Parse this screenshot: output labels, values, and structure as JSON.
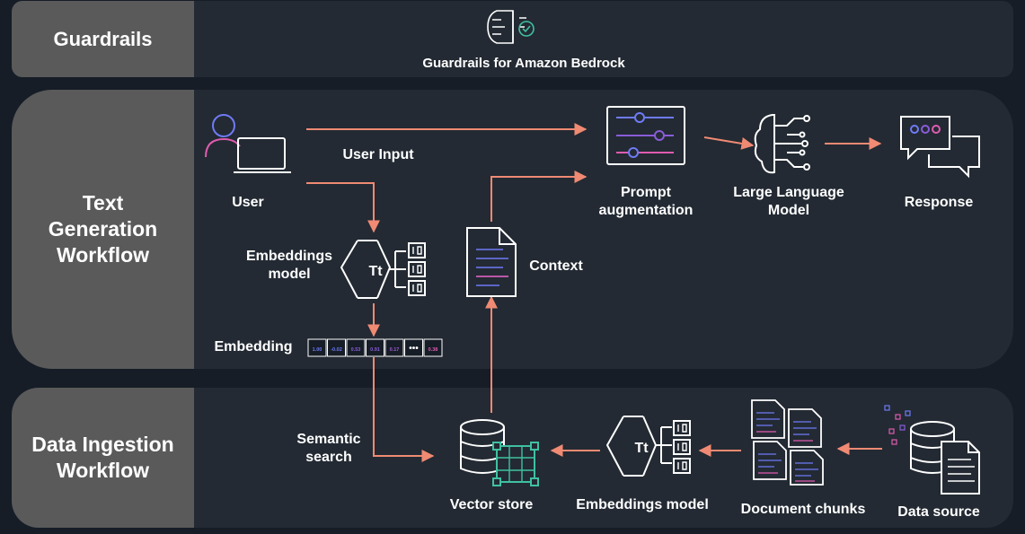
{
  "sections": {
    "guardrails": {
      "label": "Guardrails"
    },
    "text_generation": {
      "label_lines": [
        "Text",
        "Generation",
        "Workflow"
      ]
    },
    "data_ingestion": {
      "label_lines": [
        "Data Ingestion",
        "Workflow"
      ]
    }
  },
  "nodes": {
    "guardrails_service": {
      "label": "Guardrails for Amazon Bedrock",
      "icon": "guardrails-icon"
    },
    "user": {
      "label": "User",
      "icon": "user-laptop-icon"
    },
    "user_input": {
      "label": "User Input"
    },
    "prompt_augmentation": {
      "label_lines": [
        "Prompt",
        "augmentation"
      ],
      "icon": "sliders-icon"
    },
    "llm": {
      "label_lines": [
        "Large Language",
        "Model"
      ],
      "icon": "brain-circuit-icon"
    },
    "response": {
      "label": "Response",
      "icon": "chat-bubbles-icon"
    },
    "embeddings_model_top": {
      "label_lines": [
        "Embeddings",
        "model"
      ],
      "icon": "embeddings-model-icon"
    },
    "context": {
      "label": "Context",
      "icon": "document-icon"
    },
    "embedding": {
      "label": "Embedding",
      "values": [
        "1.00",
        "-0.02",
        "0.53",
        "0.91",
        "0.17",
        "•••",
        "0.38"
      ]
    },
    "semantic_search": {
      "label_lines": [
        "Semantic",
        "search"
      ]
    },
    "vector_store": {
      "label": "Vector store",
      "icon": "vector-store-icon"
    },
    "embeddings_model_bottom": {
      "label": "Embeddings model",
      "icon": "embeddings-model-icon"
    },
    "document_chunks": {
      "label": "Document chunks",
      "icon": "document-chunks-icon"
    },
    "data_source": {
      "label": "Data source",
      "icon": "data-source-icon"
    }
  },
  "colors": {
    "background": "#161d27",
    "band": "#232a33",
    "label_box": "#5a5a5a",
    "arrow": "#f08a73",
    "icon_stroke": "#ffffff",
    "accent_blue": "#6f7bf7",
    "accent_pink": "#e05bb0",
    "accent_green": "#3fc1a0"
  }
}
